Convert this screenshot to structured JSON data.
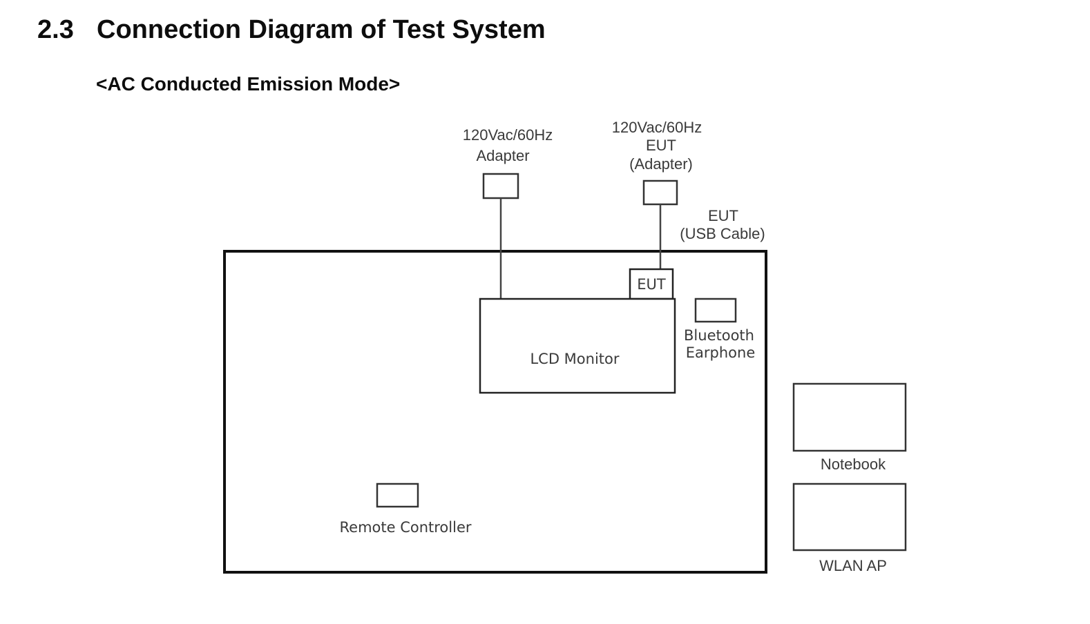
{
  "heading": {
    "number": "2.3",
    "title": "Connection Diagram of Test System"
  },
  "subheading": "<AC Conducted Emission Mode>",
  "diagram": {
    "test_table_label": "",
    "power_source_1": {
      "line1": "120Vac/60Hz",
      "line2": "Adapter"
    },
    "power_source_2": {
      "line1": "120Vac/60Hz",
      "line2": "EUT",
      "line3": "(Adapter)"
    },
    "usb_cable": {
      "line1": "EUT",
      "line2": "(USB Cable)"
    },
    "eut_box": "EUT",
    "lcd_monitor": "LCD Monitor",
    "bluetooth": {
      "line1": "Bluetooth",
      "line2": "Earphone"
    },
    "remote_controller": "Remote Controller",
    "notebook": "Notebook",
    "wlan_ap": "WLAN AP"
  }
}
